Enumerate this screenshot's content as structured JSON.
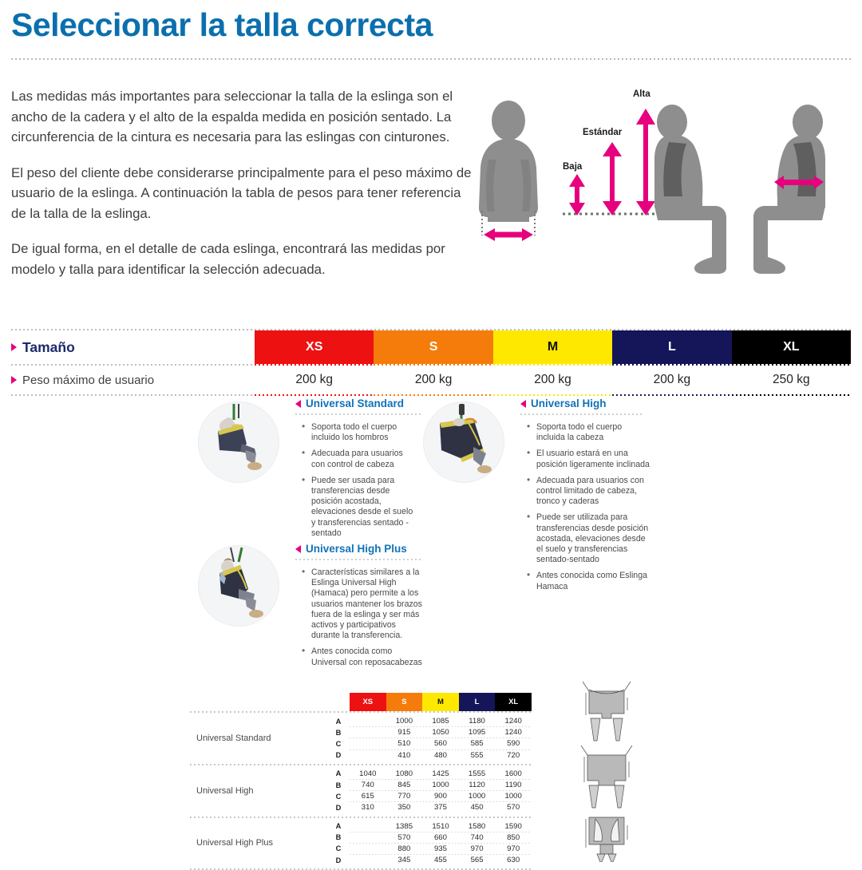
{
  "title": "Seleccionar la talla correcta",
  "intro": {
    "p1": "Las medidas más importantes para seleccionar la talla de la eslinga son el ancho de la cadera y el alto de la espalda medida en posición sentado. La circunferencia de la cintura es necesaria para las eslingas con cinturones.",
    "p2": "El peso del cliente debe considerarse principalmente para el peso máximo de usuario de la eslinga. A continuación la tabla de pesos para tener referencia de la talla de la eslinga.",
    "p3": "De igual forma, en el detalle de cada eslinga, encontrará las medidas por modelo y talla para identificar la selección adecuada."
  },
  "illustration": {
    "labels": {
      "alta": "Alta",
      "estandar": "Estándar",
      "baja": "Baja"
    }
  },
  "size_table": {
    "row1_label": "Tamaño",
    "row2_label": "Peso máximo de usuario",
    "sizes": [
      {
        "label": "XS",
        "bg": "#ee1111",
        "fg": "#ffffff",
        "weight": "200 kg"
      },
      {
        "label": "S",
        "bg": "#f57c0a",
        "fg": "#ffffff",
        "weight": "200 kg"
      },
      {
        "label": "M",
        "bg": "#ffe800",
        "fg": "#111111",
        "weight": "200 kg"
      },
      {
        "label": "L",
        "bg": "#151659",
        "fg": "#ffffff",
        "weight": "200 kg"
      },
      {
        "label": "XL",
        "bg": "#000000",
        "fg": "#ffffff",
        "weight": "250 kg"
      }
    ]
  },
  "products": [
    {
      "name": "Universal Standard",
      "bullets": [
        "Soporta todo el cuerpo incluido los hombros",
        "Adecuada para usuarios con control de cabeza",
        "Puede ser usada para transferencias desde posición acostada, elevaciones desde el suelo y transferencias sentado - sentado"
      ]
    },
    {
      "name": "Universal High",
      "bullets": [
        "Soporta todo el cuerpo incluida la cabeza",
        "El usuario estará en una posición ligeramente inclinada",
        "Adecuada para usuarios con control limitado de cabeza, tronco y caderas",
        "Puede ser utilizada para transferencias desde posición acostada, elevaciones desde el suelo y transferencias sentado-sentado",
        "Antes conocida como Eslinga Hamaca"
      ]
    },
    {
      "name": "Universal High Plus",
      "bullets": [
        "Características similares a la Eslinga Universal High (Hamaca) pero permite a los usuarios mantener los brazos fuera de la eslinga y ser más activos y participativos durante la transferencia.",
        "Antes conocida como Universal con reposacabezas"
      ]
    }
  ],
  "measurements": {
    "columns": [
      {
        "label": "XS",
        "bg": "#ee1111",
        "fg": "#ffffff"
      },
      {
        "label": "S",
        "bg": "#f57c0a",
        "fg": "#ffffff"
      },
      {
        "label": "M",
        "bg": "#ffe800",
        "fg": "#111111"
      },
      {
        "label": "L",
        "bg": "#151659",
        "fg": "#ffffff"
      },
      {
        "label": "XL",
        "bg": "#000000",
        "fg": "#ffffff"
      }
    ],
    "groups": [
      {
        "name": "Universal Standard",
        "rows": [
          {
            "label": "A",
            "values": [
              "",
              "1000",
              "1085",
              "1180",
              "1240"
            ]
          },
          {
            "label": "B",
            "values": [
              "",
              "915",
              "1050",
              "1095",
              "1240"
            ]
          },
          {
            "label": "C",
            "values": [
              "",
              "510",
              "560",
              "585",
              "590"
            ]
          },
          {
            "label": "D",
            "values": [
              "",
              "410",
              "480",
              "555",
              "720"
            ]
          }
        ]
      },
      {
        "name": "Universal High",
        "rows": [
          {
            "label": "A",
            "values": [
              "1040",
              "1080",
              "1425",
              "1555",
              "1600"
            ]
          },
          {
            "label": "B",
            "values": [
              "740",
              "845",
              "1000",
              "1120",
              "1190"
            ]
          },
          {
            "label": "C",
            "values": [
              "615",
              "770",
              "900",
              "1000",
              "1000"
            ]
          },
          {
            "label": "D",
            "values": [
              "310",
              "350",
              "375",
              "450",
              "570"
            ]
          }
        ]
      },
      {
        "name": "Universal High Plus",
        "rows": [
          {
            "label": "A",
            "values": [
              "",
              "1385",
              "1510",
              "1580",
              "1590"
            ]
          },
          {
            "label": "B",
            "values": [
              "",
              "570",
              "660",
              "740",
              "850"
            ]
          },
          {
            "label": "C",
            "values": [
              "",
              "880",
              "935",
              "970",
              "970"
            ]
          },
          {
            "label": "D",
            "values": [
              "",
              "345",
              "455",
              "565",
              "630"
            ]
          }
        ]
      }
    ]
  }
}
